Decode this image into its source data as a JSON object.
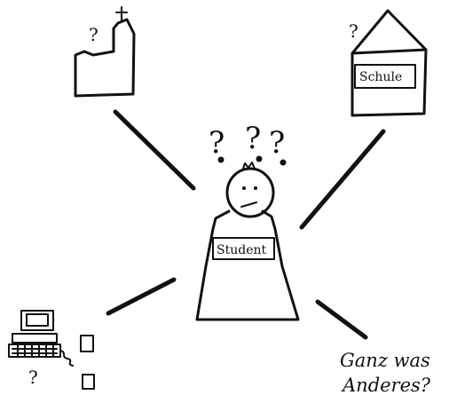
{
  "church": {
    "question_mark": "?"
  },
  "school": {
    "question_mark": "?",
    "label": "Schule"
  },
  "student": {
    "question_marks": [
      "?",
      "?",
      "?"
    ],
    "label": "Student"
  },
  "computer": {
    "question_mark": "?"
  },
  "something_else": {
    "line1": "Ganz was",
    "line2": "Anderes?"
  }
}
